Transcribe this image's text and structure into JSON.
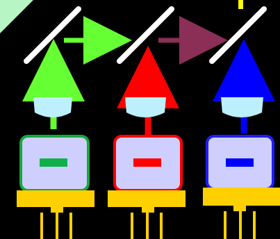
{
  "diagram": {
    "background_color": "#000000",
    "corner_accent_color": "#b7f5c5",
    "output_beam_color": "#ffff00",
    "mirror_color": "#ffffff",
    "lens_color": "#bdf0ff",
    "package_body_color": "#cfcfff",
    "mount_color": "#ffd000",
    "pin_color": "#ffd000",
    "channels": [
      {
        "name": "green",
        "laser_color": "#66ff33",
        "frame_color": "#16a83a",
        "emitter_color": "#0fb04a",
        "beam_color": "#66ff33"
      },
      {
        "name": "red",
        "laser_color": "#ff0000",
        "frame_color": "#ff0000",
        "emitter_color": "#ff0000",
        "beam_color": "#ff0000"
      },
      {
        "name": "blue",
        "laser_color": "#0000ff",
        "frame_color": "#1e1eff",
        "emitter_color": "#0000ff",
        "beam_color": "#0000ff"
      }
    ],
    "combined_beam_colors": [
      "#66ff33",
      "#8b2f57"
    ]
  }
}
